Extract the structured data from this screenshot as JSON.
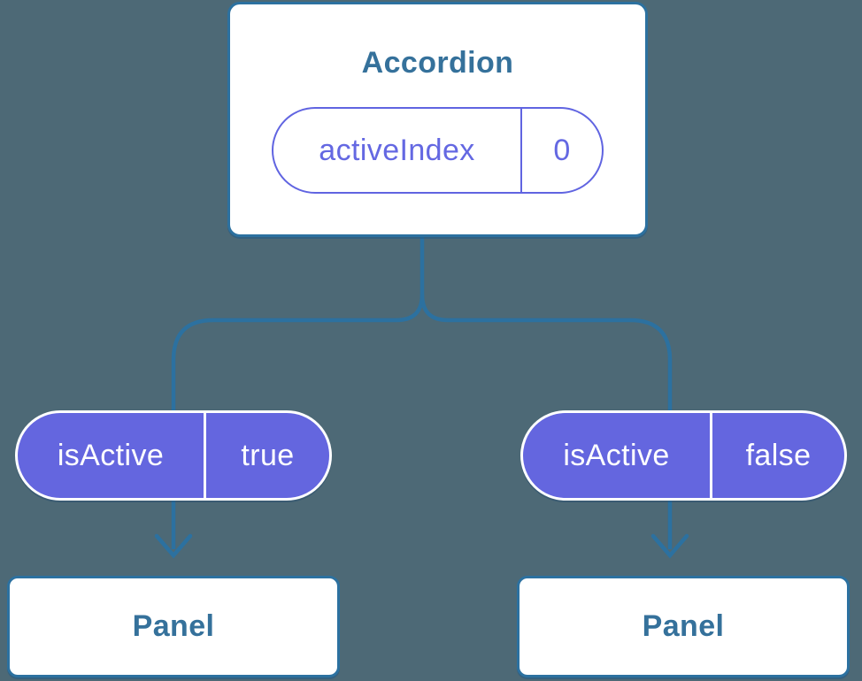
{
  "colors": {
    "background": "#4D6976",
    "line": "#2C71A0",
    "component_text": "#35719B",
    "state_accent": "#6064E1",
    "state_text": "#6468E2",
    "prop_fill": "#6466DF",
    "prop_text": "#FFFFFF",
    "box_fill": "#FFFFFF"
  },
  "diagram": {
    "root": {
      "title": "Accordion",
      "state": {
        "name": "activeIndex",
        "value": "0"
      }
    },
    "branches": [
      {
        "prop": {
          "name": "isActive",
          "value": "true"
        },
        "child": {
          "title": "Panel"
        }
      },
      {
        "prop": {
          "name": "isActive",
          "value": "false"
        },
        "child": {
          "title": "Panel"
        }
      }
    ]
  }
}
